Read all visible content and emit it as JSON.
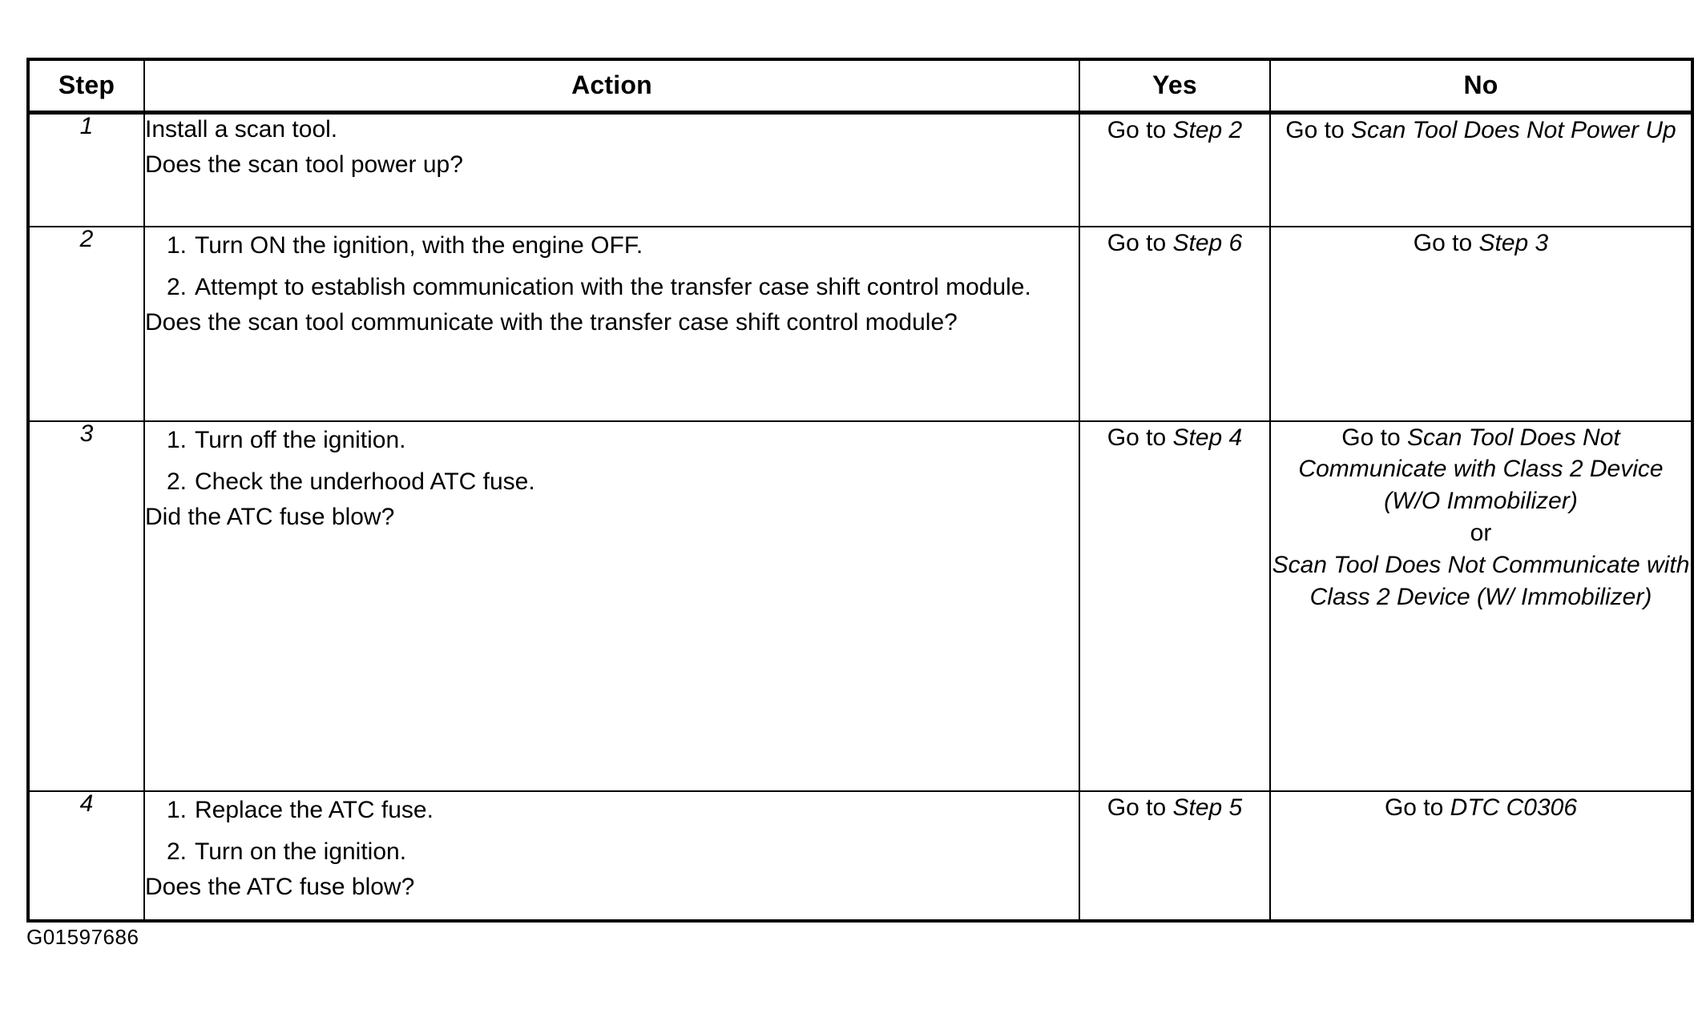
{
  "table": {
    "columns": [
      "Step",
      "Action",
      "Yes",
      "No"
    ],
    "rows": [
      {
        "step": "1",
        "action": {
          "lead": "Install a scan tool.",
          "steps": [],
          "question": "Does the scan tool power up?"
        },
        "yes": {
          "prefix": "Go to ",
          "target": "Step 2"
        },
        "no": {
          "prefix": "Go to ",
          "target": "Scan Tool Does Not Power Up"
        }
      },
      {
        "step": "2",
        "action": {
          "lead": "",
          "steps": [
            "Turn ON the ignition, with the engine OFF.",
            "Attempt to establish communication with the transfer case shift control module."
          ],
          "question": "Does the scan tool communicate with the transfer case shift control module?"
        },
        "yes": {
          "prefix": "Go to ",
          "target": "Step 6"
        },
        "no": {
          "prefix": "Go to ",
          "target": "Step 3"
        }
      },
      {
        "step": "3",
        "action": {
          "lead": "",
          "steps": [
            "Turn off the ignition.",
            "Check the underhood ATC fuse."
          ],
          "question": "Did the ATC fuse blow?"
        },
        "yes": {
          "prefix": "Go to ",
          "target": "Step 4"
        },
        "no": {
          "prefix": "Go to ",
          "target_a": "Scan Tool Does Not Communicate with Class 2 Device (W/O Immobilizer)",
          "conjunction": "or",
          "target_b": "Scan Tool Does Not Communicate with Class 2 Device (W/ Immobilizer)"
        }
      },
      {
        "step": "4",
        "action": {
          "lead": "",
          "steps": [
            "Replace the ATC fuse.",
            "Turn on the ignition."
          ],
          "question": "Does the ATC fuse blow?"
        },
        "yes": {
          "prefix": "Go to ",
          "target": "Step 5"
        },
        "no": {
          "prefix": "Go to ",
          "target": "DTC C0306"
        }
      }
    ]
  },
  "figure": {
    "code": "G01597686"
  }
}
